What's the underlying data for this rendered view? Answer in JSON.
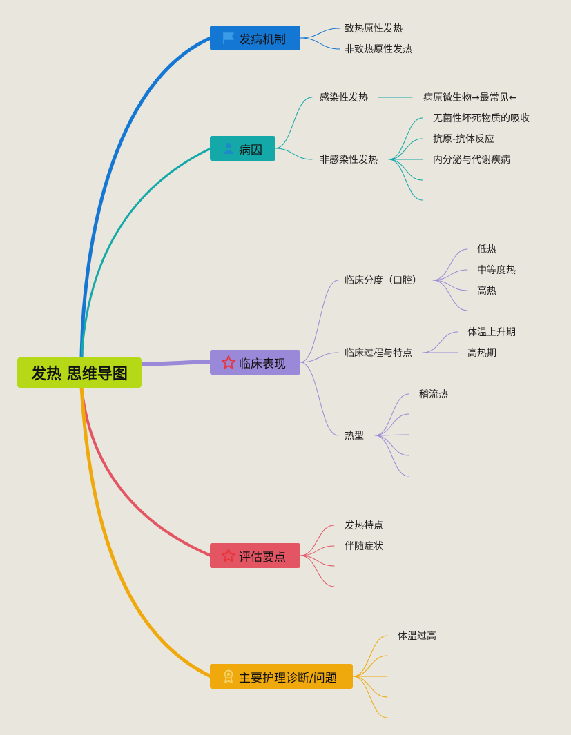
{
  "root": {
    "label": "发热 思维导图",
    "color": "#b5d916"
  },
  "branches": [
    {
      "id": "b1",
      "label": "发病机制",
      "color": "#1477d3",
      "icon": "flag-icon",
      "children": [
        "致热原性发热",
        "非致热原性发热"
      ]
    },
    {
      "id": "b2",
      "label": "病因",
      "color": "#14a8a8",
      "icon": "person-icon",
      "children": [
        {
          "label": "感染性发热",
          "children": [
            "病原微生物→最常见←"
          ]
        },
        {
          "label": "非感染性发热",
          "children": [
            "无菌性坏死物质的吸收",
            "抗原-抗体反应",
            "内分泌与代谢疾病",
            "",
            ""
          ]
        }
      ]
    },
    {
      "id": "b3",
      "label": "临床表现",
      "color": "#9a88d8",
      "icon": "star-icon",
      "children": [
        {
          "label": "临床分度（口腔）",
          "children": [
            "低热",
            "中等度热",
            "高热",
            ""
          ]
        },
        {
          "label": "临床过程与特点",
          "children": [
            "体温上升期",
            "高热期"
          ]
        },
        {
          "label": "热型",
          "children": [
            "稽流热",
            "",
            "",
            "",
            ""
          ]
        }
      ]
    },
    {
      "id": "b4",
      "label": "评估要点",
      "color": "#e45564",
      "icon": "star-icon",
      "children": [
        "发热特点",
        "伴随症状",
        "",
        ""
      ]
    },
    {
      "id": "b5",
      "label": "主要护理诊断/问题",
      "color": "#efa90c",
      "icon": "award-icon",
      "children": [
        "体温过高",
        "",
        "",
        "",
        ""
      ]
    }
  ]
}
